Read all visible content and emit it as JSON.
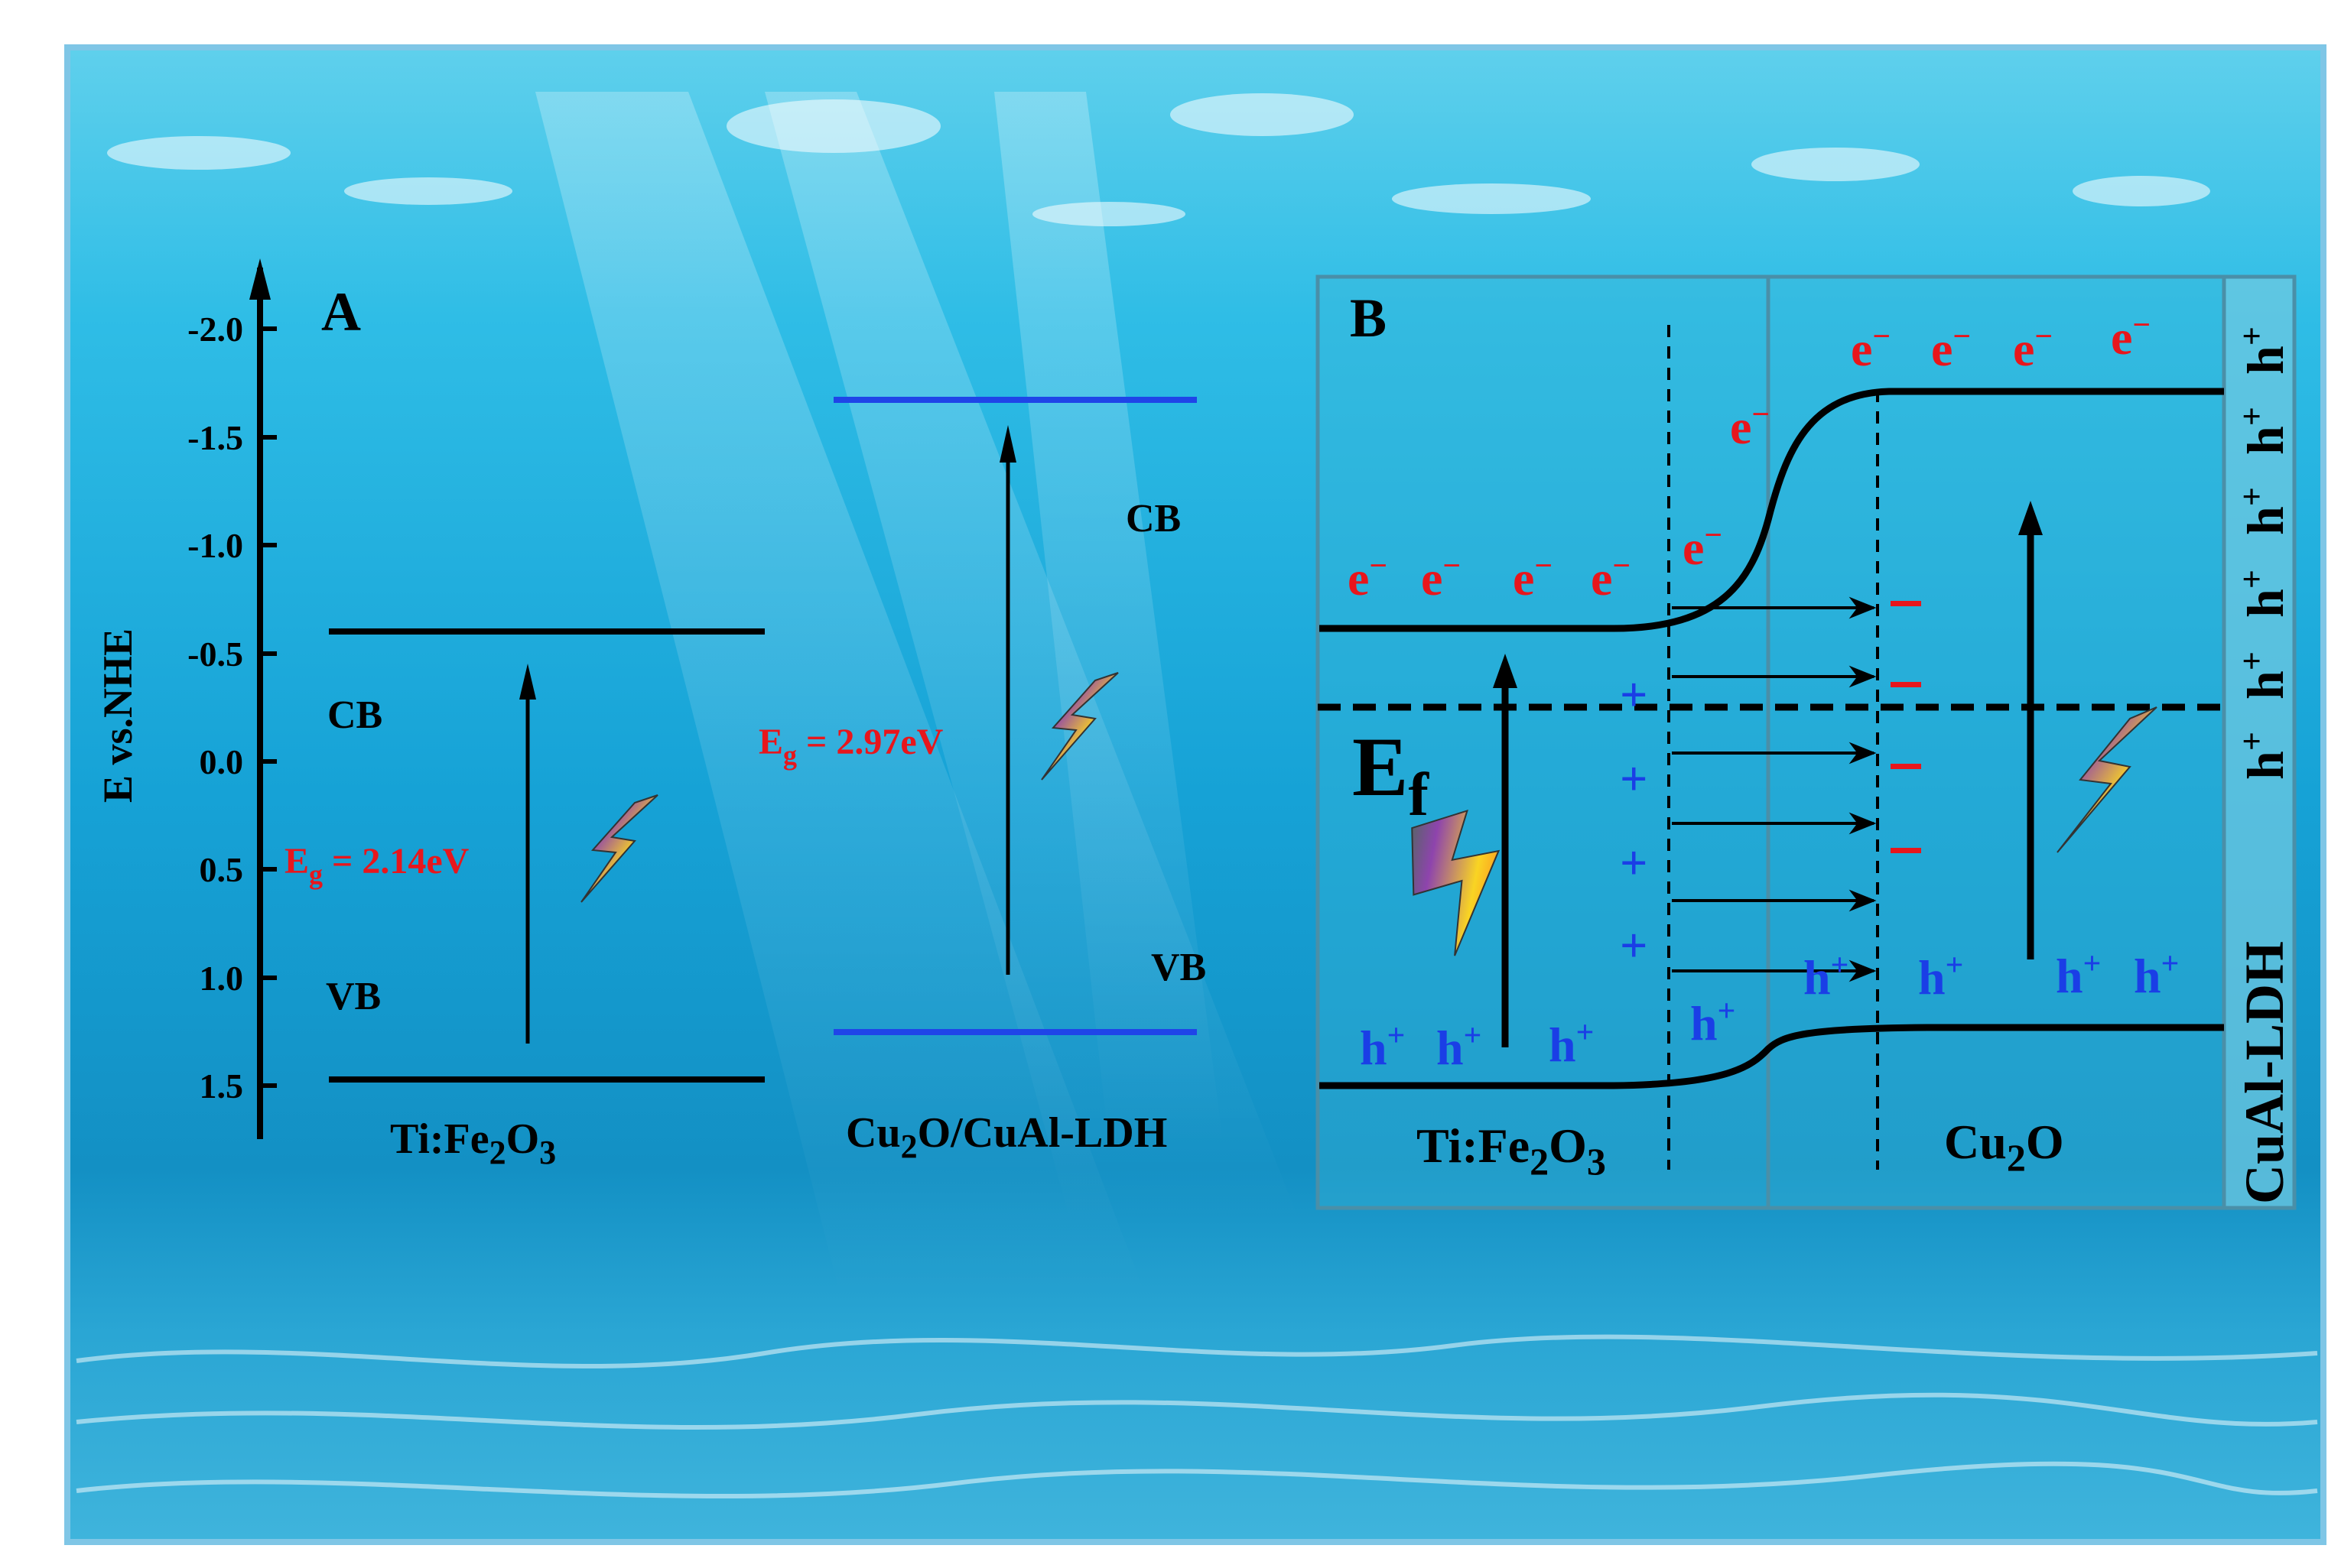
{
  "panel_a": {
    "letter": "A",
    "axis_title": "E vs.NHE",
    "ticks": [
      "-2.0",
      "-1.5",
      "-1.0",
      "-0.5",
      "0.0",
      "0.5",
      "1.0",
      "1.5"
    ],
    "left": {
      "cb": "CB",
      "vb": "VB",
      "eg_prefix": "E",
      "eg_sub": "g",
      "eg_value": " = 2.14eV",
      "name_pre": "Ti:Fe",
      "name_sub1": "2",
      "name_mid": "O",
      "name_sub2": "3"
    },
    "right": {
      "cb": "CB",
      "vb": "VB",
      "eg_prefix": "E",
      "eg_sub": "g",
      "eg_value": " = 2.97eV",
      "name_pre": "Cu",
      "name_sub1": "2",
      "name_post": "O/CuAl-LDH"
    }
  },
  "panel_b": {
    "letter": "B",
    "electron": "e",
    "minus_sup": "−",
    "hole": "h",
    "plus_sup": "+",
    "plus": "+",
    "minus": "−",
    "ef_main": "E",
    "ef_sub": "f",
    "left_name_pre": "Ti:Fe",
    "left_name_sub1": "2",
    "left_name_mid": "O",
    "left_name_sub2": "3",
    "right_name_pre": "Cu",
    "right_name_sub": "2",
    "right_name_post": "O",
    "side_label": "CuAl-LDH"
  },
  "colors": {
    "red": "#e8161c",
    "blue": "#1a3ee6",
    "line_blue": "#1f45e8",
    "black": "#000000",
    "water_top": "#48c3e6",
    "water_mid": "#1aa9d8",
    "water_deep": "#0f86b8"
  }
}
